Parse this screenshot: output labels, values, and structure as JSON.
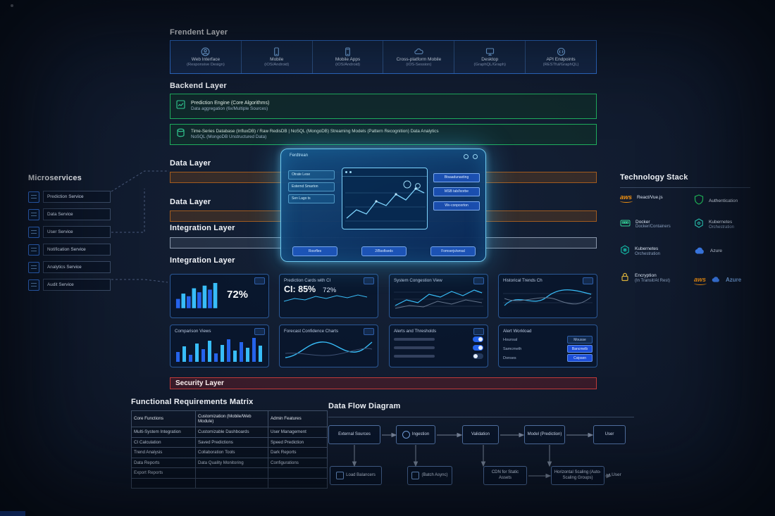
{
  "frontend": {
    "title": "Frendent Layer",
    "items": [
      {
        "label": "Web Interface",
        "sub": "(Responsive Design)"
      },
      {
        "label": "Mobile",
        "sub": "(iOS/Android)"
      },
      {
        "label": "Mobile Apps",
        "sub": "(iOS/Android)"
      },
      {
        "label": "Cross-platform Mobile",
        "sub": "(iOS-Session)"
      },
      {
        "label": "Desktop",
        "sub": "(GraphQL/Graph)"
      },
      {
        "label": "API Endpoints",
        "sub": "(RESTful/GraphQL)"
      }
    ]
  },
  "backend": {
    "title": "Backend Layer",
    "box1": {
      "line1": "Prediction Engine (Core Algorithms)",
      "line2": "Data aggregation (6x/Multiple Sources)"
    },
    "box2": {
      "line1": "Time-Series Database (InfluxDB) / Raw RedisDB | NoSQL (MongoDB) Streaming Models (Pattern Recognition) Data Analytics",
      "line2": "NoSQL (MongoDB Unstructured Data)"
    }
  },
  "layers": {
    "data1": "Data Layer",
    "data2": "Data Layer",
    "integration1": "Integration Layer",
    "integration2": "Integration Layer",
    "security": "Security Layer"
  },
  "microservices": {
    "title": "Microservices",
    "items": [
      "Prediction Service",
      "Data Service",
      "User Service",
      "Notification Service",
      "Analytics Service",
      "Audit Service"
    ]
  },
  "tech": {
    "title": "Technology Stack",
    "aws_logo": "aws",
    "left": [
      {
        "name": "React/Vue.js",
        "sub": ""
      },
      {
        "name": "Docker",
        "sub": "Docker/Containers"
      },
      {
        "name": "Kubernetes",
        "sub": "Orchestration"
      },
      {
        "name": "Encryption",
        "sub": "(In Transit/At Rest)"
      }
    ],
    "right": [
      {
        "name": "Authentication",
        "sub": ""
      },
      {
        "name": "Kubernetes",
        "sub": "Orchestration"
      },
      {
        "name": "Azure",
        "sub": ""
      },
      {
        "name": "aws",
        "sub": "Azure"
      }
    ]
  },
  "cards": {
    "kpi": {
      "value": "72%"
    },
    "prediction": {
      "title": "Prediction Cards with CI",
      "main": "CI: 85%",
      "secondary": "72%"
    },
    "congestion": {
      "title": "System Congestion View"
    },
    "historical": {
      "title": "Historical Trends Ch"
    },
    "comparison": {
      "title": "Comparison Views"
    },
    "forecast": {
      "title": "Forecast Confidence Charts"
    },
    "alerts": {
      "title": "Alerts and Thresholds"
    },
    "workload": {
      "title": "Alert Workload",
      "rows": [
        {
          "label": "Hounsal",
          "button": "Mousse"
        },
        {
          "label": "Samcmeth",
          "button": "Bancmelb"
        },
        {
          "label": "Donses",
          "button": "Csipsen"
        }
      ]
    }
  },
  "matrix": {
    "title": "Functional Requirements Matrix",
    "headers": [
      "Core Functions",
      "Customization (Mobile/Web Module)",
      "Admin Features"
    ],
    "rows": [
      [
        "Multi-System Integration",
        "Customizable Dashboards",
        "User Management"
      ],
      [
        "CI Calculation",
        "Saved Predictions",
        "Speed Prediction"
      ],
      [
        "Trend Analysis",
        "Collaboration Tools",
        "Dark Reports"
      ],
      [
        "Data Reports",
        "Data Quality Monitoring",
        "Configurations"
      ],
      [
        "Export Reports",
        "",
        ""
      ],
      [
        "",
        "",
        ""
      ]
    ]
  },
  "dataflow": {
    "title": "Data Flow Diagram",
    "top": [
      "External Sources",
      "Ingestion",
      "Validation",
      "Model (Prediction)",
      "User"
    ],
    "bottom": [
      "Load Balancers",
      "(Batch Async)",
      "CDN for Static Assets",
      "Horizontal Scaling (Auto-Scaling Groups)",
      "• User"
    ]
  },
  "mockup": {
    "header": "Ferdtrean",
    "left_items": [
      "Otrate Lese",
      "Esternd Smarton",
      "Sen Lago ts"
    ],
    "right_items": [
      "Btsaadunaxting",
      "MSB tab/lxorbe",
      "Wv-conpoxrton"
    ],
    "buttons": [
      "Rosrfles",
      "2/Bssfiseds",
      "Fomserjs/wrsal"
    ]
  }
}
